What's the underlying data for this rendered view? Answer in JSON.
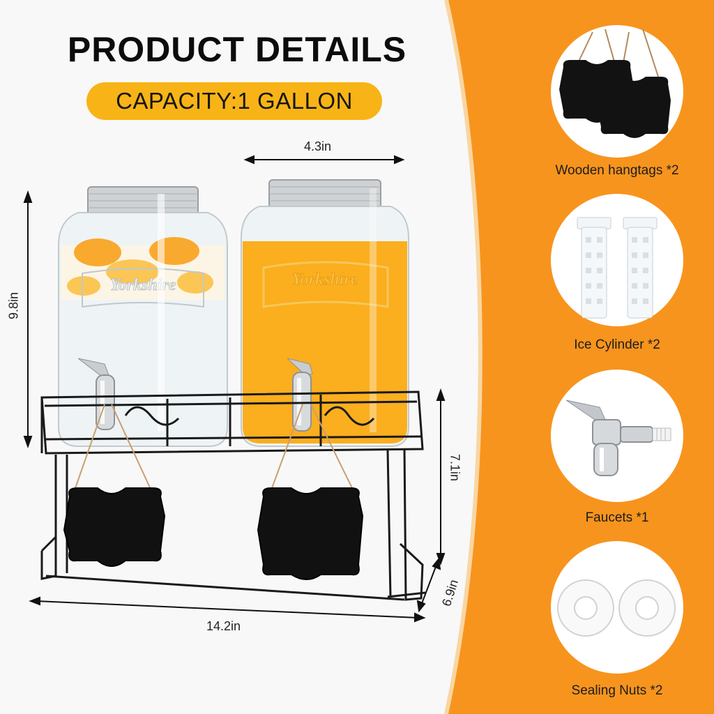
{
  "title": "PRODUCT DETAILS",
  "capacity": "CAPACITY:1 GALLON",
  "dimensions": {
    "width_top": "4.3in",
    "height_left": "9.8in",
    "height_right": "7.1in",
    "depth": "6.9in",
    "width_bottom": "14.2in"
  },
  "jar_emboss": "Yorkshire",
  "accessories": [
    {
      "label": "Wooden hangtags *2",
      "icon": "chalkboard-hangtag-icon"
    },
    {
      "label": "Ice Cylinder *2",
      "icon": "ice-cylinder-icon"
    },
    {
      "label": "Faucets *1",
      "icon": "faucet-icon"
    },
    {
      "label": "Sealing Nuts *2",
      "icon": "sealing-nut-icon"
    }
  ],
  "colors": {
    "accent_orange": "#f7941d",
    "badge_yellow": "#f8b416",
    "juice": "#fbae1e",
    "rack": "#1a1a1a"
  }
}
